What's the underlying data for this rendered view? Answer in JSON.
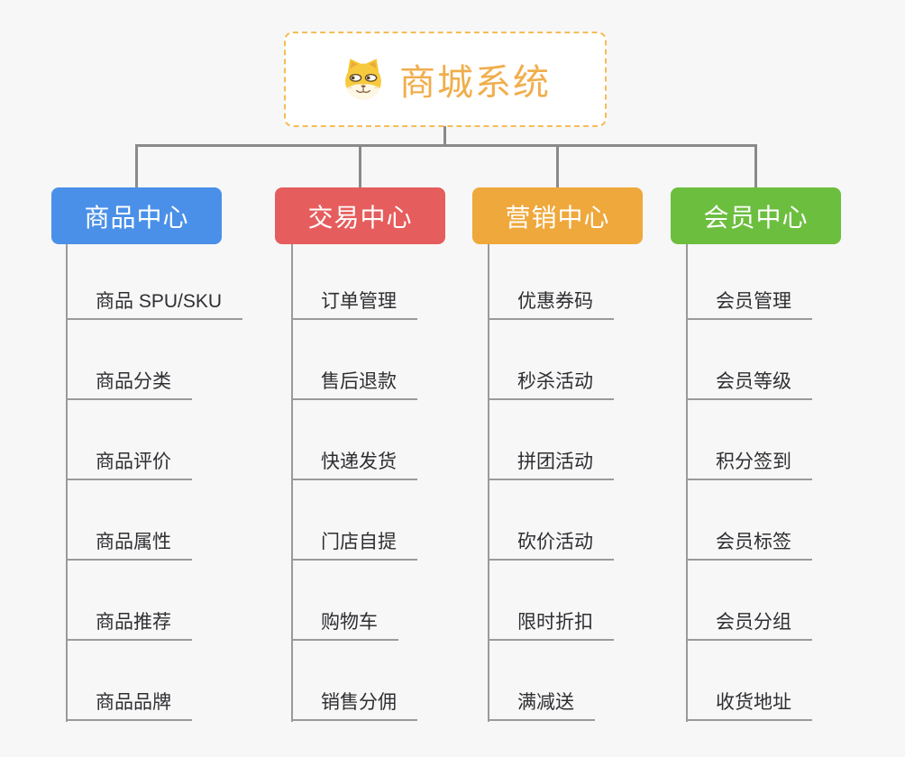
{
  "root": {
    "title": "商城系统",
    "icon": "dog-face-icon",
    "title_color": "#F0AE4C",
    "border_color": "#F5BC55"
  },
  "connector_color": "#8A8A8A",
  "branches": [
    {
      "label": "商品中心",
      "color": "#4A90E8",
      "items": [
        "商品 SPU/SKU",
        "商品分类",
        "商品评价",
        "商品属性",
        "商品推荐",
        "商品品牌"
      ]
    },
    {
      "label": "交易中心",
      "color": "#E65D5D",
      "items": [
        "订单管理",
        "售后退款",
        "快递发货",
        "门店自提",
        "购物车",
        "销售分佣"
      ]
    },
    {
      "label": "营销中心",
      "color": "#EFA83C",
      "items": [
        "优惠券码",
        "秒杀活动",
        "拼团活动",
        "砍价活动",
        "限时折扣",
        "满减送"
      ]
    },
    {
      "label": "会员中心",
      "color": "#6CBE3F",
      "items": [
        "会员管理",
        "会员等级",
        "积分签到",
        "会员标签",
        "会员分组",
        "收货地址"
      ]
    }
  ]
}
